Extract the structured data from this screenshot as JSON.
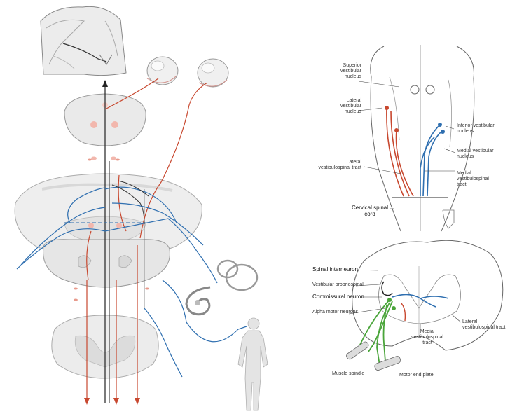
{
  "colors": {
    "red": "#c8482f",
    "blue": "#2f6fb0",
    "green": "#4aa53a",
    "tissue": "#e9e9e9",
    "outline": "#555555"
  },
  "upper_labels": {
    "superior": "Superior vestibular nucleus",
    "lateral_nuc": "Lateral vestibular nucleus",
    "lvs_tract": "Lateral vestibulospinal tract",
    "inferior": "Inferior vestibular nucleus",
    "medial_nuc": "Medial vestibular nucleus",
    "mvs_tract": "Medial vestibulospinal tract",
    "cervical": "Cervical spinal cord"
  },
  "lower_labels": {
    "spinal_inter": "Spinal interneuron",
    "vestibular_prop": "Vestibular propriospinal",
    "commissural": "Commissural neuron",
    "alpha_motor": "Alpha motor neurons",
    "muscle_spindle": "Muscle spindle",
    "motor_plate": "Motor end plate",
    "mvs_tract2": "Medial vestibulospinal tract",
    "lvs_tract2": "Lateral vestibulospinal tract"
  }
}
